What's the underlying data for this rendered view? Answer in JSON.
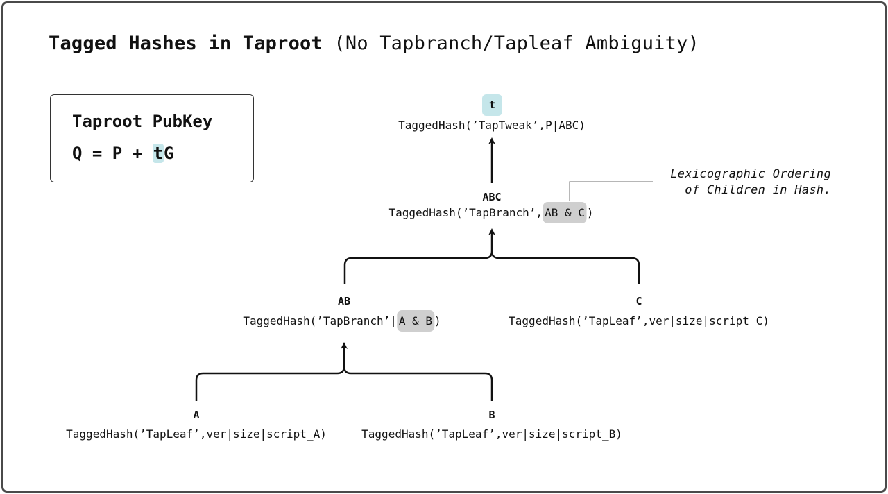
{
  "title": {
    "bold": "Tagged Hashes in Taproot",
    "normal": "(No Tapbranch/Tapleaf Ambiguity)"
  },
  "pubkey": {
    "heading": "Taproot PubKey",
    "equation_prefix": "Q = P + ",
    "equation_t": "t",
    "equation_suffix": "G"
  },
  "nodes": {
    "t": {
      "label": "t",
      "formula": "TaggedHash(’TapTweak’,P|ABC)"
    },
    "abc": {
      "label": "ABC",
      "formula_prefix": "TaggedHash(’TapBranch’,",
      "formula_highlight": "AB & C",
      "formula_suffix": ")"
    },
    "ab": {
      "label": "AB",
      "formula_prefix": "TaggedHash(’TapBranch’|",
      "formula_highlight": "A & B",
      "formula_suffix": ")"
    },
    "c": {
      "label": "C",
      "formula": "TaggedHash(’TapLeaf’,ver|size|script_C)"
    },
    "a": {
      "label": "A",
      "formula": "TaggedHash(’TapLeaf’,ver|size|script_A)"
    },
    "b": {
      "label": "B",
      "formula": "TaggedHash(’TapLeaf’,ver|size|script_B)"
    }
  },
  "annotation": {
    "line1": "Lexicographic Ordering",
    "line2": "of Children in Hash."
  },
  "colors": {
    "teal_highlight": "#c5e6ea",
    "grey_highlight": "#cfcfcf",
    "frame": "#4a4a4a"
  }
}
